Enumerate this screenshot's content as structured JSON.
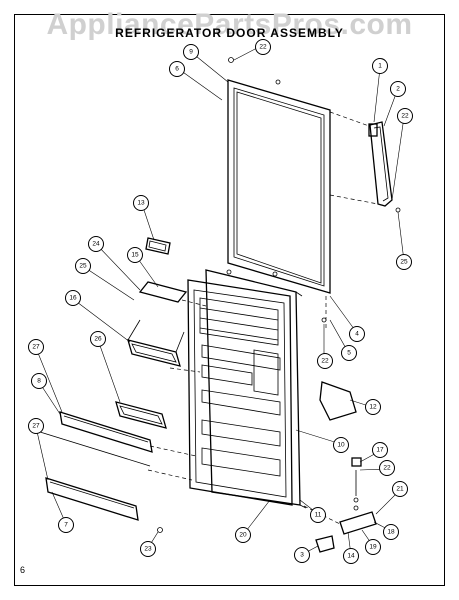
{
  "header": {
    "watermark": "AppliancePartsPros.com",
    "title": "REFRIGERATOR DOOR ASSEMBLY"
  },
  "footer": {
    "page_number": "6"
  },
  "callouts": [
    {
      "id": "c22a",
      "label": "22"
    },
    {
      "id": "c9",
      "label": "9"
    },
    {
      "id": "c6",
      "label": "6"
    },
    {
      "id": "c1",
      "label": "1"
    },
    {
      "id": "c2",
      "label": "2"
    },
    {
      "id": "c22b",
      "label": "22"
    },
    {
      "id": "c25a",
      "label": "25"
    },
    {
      "id": "c13",
      "label": "13"
    },
    {
      "id": "c24",
      "label": "24"
    },
    {
      "id": "c15",
      "label": "15"
    },
    {
      "id": "c25b",
      "label": "25"
    },
    {
      "id": "c16",
      "label": "16"
    },
    {
      "id": "c4",
      "label": "4"
    },
    {
      "id": "c22c",
      "label": "22"
    },
    {
      "id": "c5",
      "label": "5"
    },
    {
      "id": "c27a",
      "label": "27"
    },
    {
      "id": "c26",
      "label": "26"
    },
    {
      "id": "c8",
      "label": "8"
    },
    {
      "id": "c12",
      "label": "12"
    },
    {
      "id": "c27b",
      "label": "27"
    },
    {
      "id": "c10",
      "label": "10"
    },
    {
      "id": "c17",
      "label": "17"
    },
    {
      "id": "c22d",
      "label": "22"
    },
    {
      "id": "c21",
      "label": "21"
    },
    {
      "id": "c7",
      "label": "7"
    },
    {
      "id": "c11",
      "label": "11"
    },
    {
      "id": "c20",
      "label": "20"
    },
    {
      "id": "c18",
      "label": "18"
    },
    {
      "id": "c23",
      "label": "23"
    },
    {
      "id": "c3",
      "label": "3"
    },
    {
      "id": "c14",
      "label": "14"
    },
    {
      "id": "c19",
      "label": "19"
    }
  ]
}
